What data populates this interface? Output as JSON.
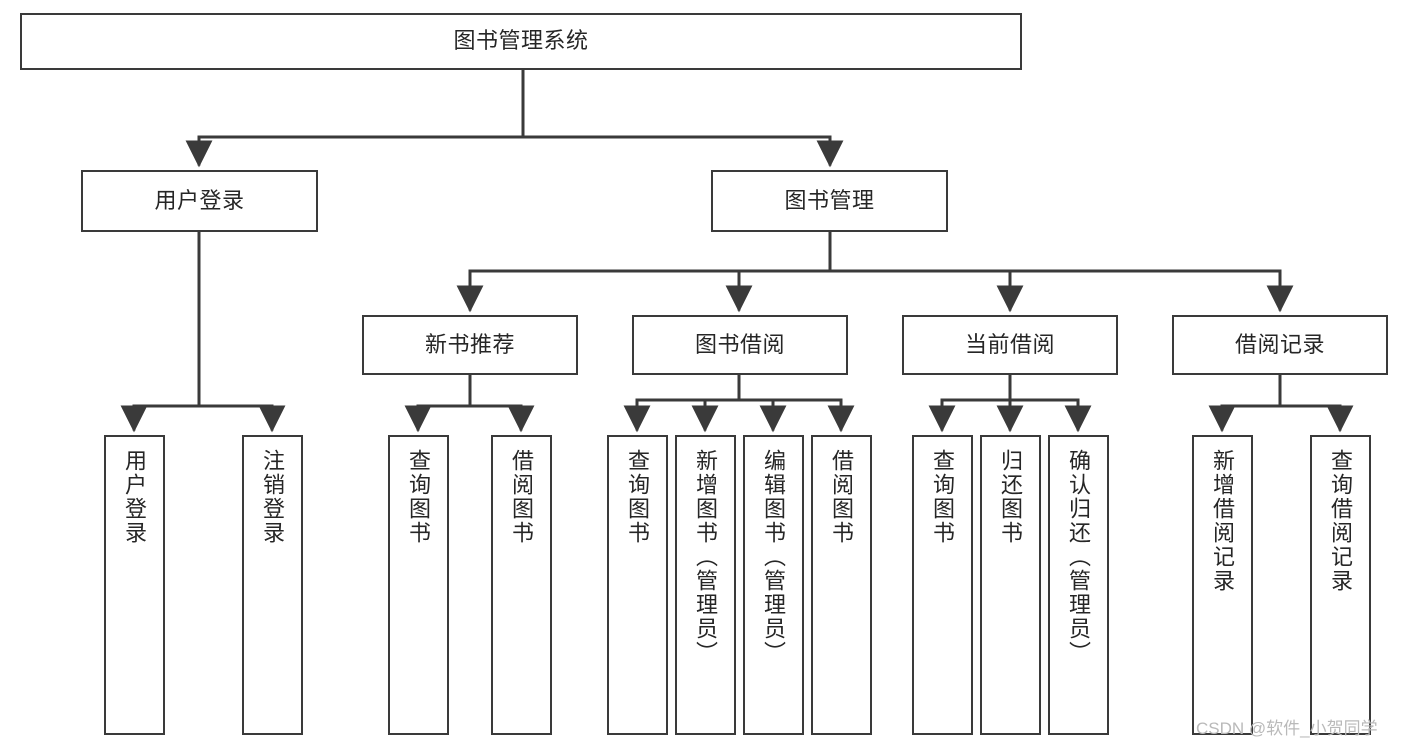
{
  "diagram": {
    "title_node": {
      "label": "图书管理系统"
    },
    "colors": {
      "border": "#3a3a3a",
      "fill": "#ffffff",
      "text": "#262626",
      "watermark": "#b9b9b9"
    },
    "level2": [
      {
        "id": "user-login",
        "label": "用户登录"
      },
      {
        "id": "book-management",
        "label": "图书管理"
      }
    ],
    "level3": [
      {
        "id": "new-book-recommend",
        "label": "新书推荐"
      },
      {
        "id": "book-borrow",
        "label": "图书借阅"
      },
      {
        "id": "current-borrow",
        "label": "当前借阅"
      },
      {
        "id": "borrow-record",
        "label": "借阅记录"
      }
    ],
    "leaves": [
      {
        "id": "leaf-user-login",
        "label": "用户登录",
        "parent": "user-login"
      },
      {
        "id": "leaf-logout-login",
        "label": "注销登录",
        "parent": "user-login"
      },
      {
        "id": "leaf-query-book-1",
        "label": "查询图书",
        "parent": "new-book-recommend"
      },
      {
        "id": "leaf-borrow-book-1",
        "label": "借阅图书",
        "parent": "new-book-recommend"
      },
      {
        "id": "leaf-query-book-2",
        "label": "查询图书",
        "parent": "book-borrow"
      },
      {
        "id": "leaf-add-book-admin",
        "label": "新增图书（管理员）",
        "parent": "book-borrow"
      },
      {
        "id": "leaf-edit-book-admin",
        "label": "编辑图书（管理员）",
        "parent": "book-borrow"
      },
      {
        "id": "leaf-borrow-book-2",
        "label": "借阅图书",
        "parent": "book-borrow"
      },
      {
        "id": "leaf-query-book-3",
        "label": "查询图书",
        "parent": "current-borrow"
      },
      {
        "id": "leaf-return-book",
        "label": "归还图书",
        "parent": "current-borrow"
      },
      {
        "id": "leaf-confirm-return-admin",
        "label": "确认归还（管理员）",
        "parent": "current-borrow"
      },
      {
        "id": "leaf-add-borrow-record",
        "label": "新增借阅记录",
        "parent": "borrow-record"
      },
      {
        "id": "leaf-query-borrow-record",
        "label": "查询借阅记录",
        "parent": "borrow-record"
      }
    ],
    "watermark": "CSDN @软件_小贺同学"
  }
}
